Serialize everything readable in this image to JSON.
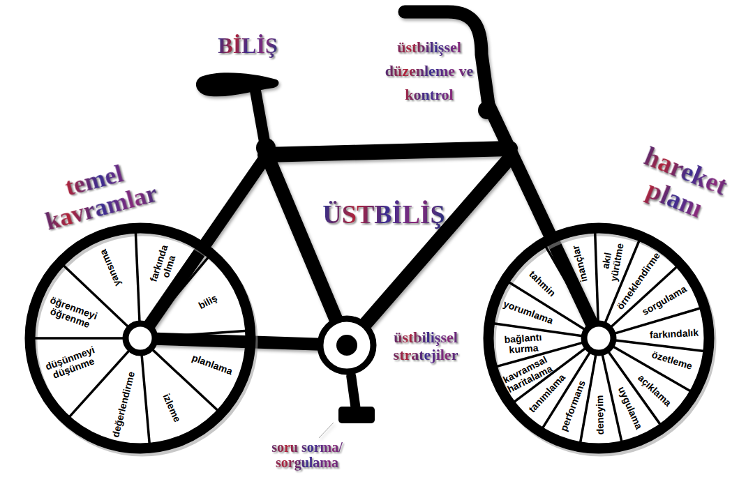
{
  "diagram": {
    "nodes": [
      {
        "text": [
          "temel kavramlar",
          "yansıma",
          "farkında olma",
          "öğrenmeyi öğrenme",
          "biliş",
          "düşünmeyi düşünme",
          "planlama",
          "değerlendirme",
          "izleme"
        ]
      },
      {
        "text": [
          "üstbilişsel stratejiler"
        ]
      },
      {
        "text": [
          "soru sorma/ sorgulama"
        ]
      },
      {
        "text": [
          "hareket planı",
          "inançlar",
          "akıl yürütme",
          "tahmin",
          "örneklendirme",
          "sorgulama",
          "yorumlama",
          "farkındalık",
          "bağlantı kurma",
          "özetleme",
          "kavramsal haritalama",
          "açıklama",
          "tanımlama",
          "uygulama",
          "performans",
          "deneyim"
        ]
      }
    ],
    "edges": [
      {
        "from": 1,
        "to": 2,
        "arrow": "none"
      }
    ],
    "labels": [
      "BİLİŞ",
      "üstbilişsel düzenleme ve kontrol",
      "ÜSTBİLİŞ"
    ]
  }
}
